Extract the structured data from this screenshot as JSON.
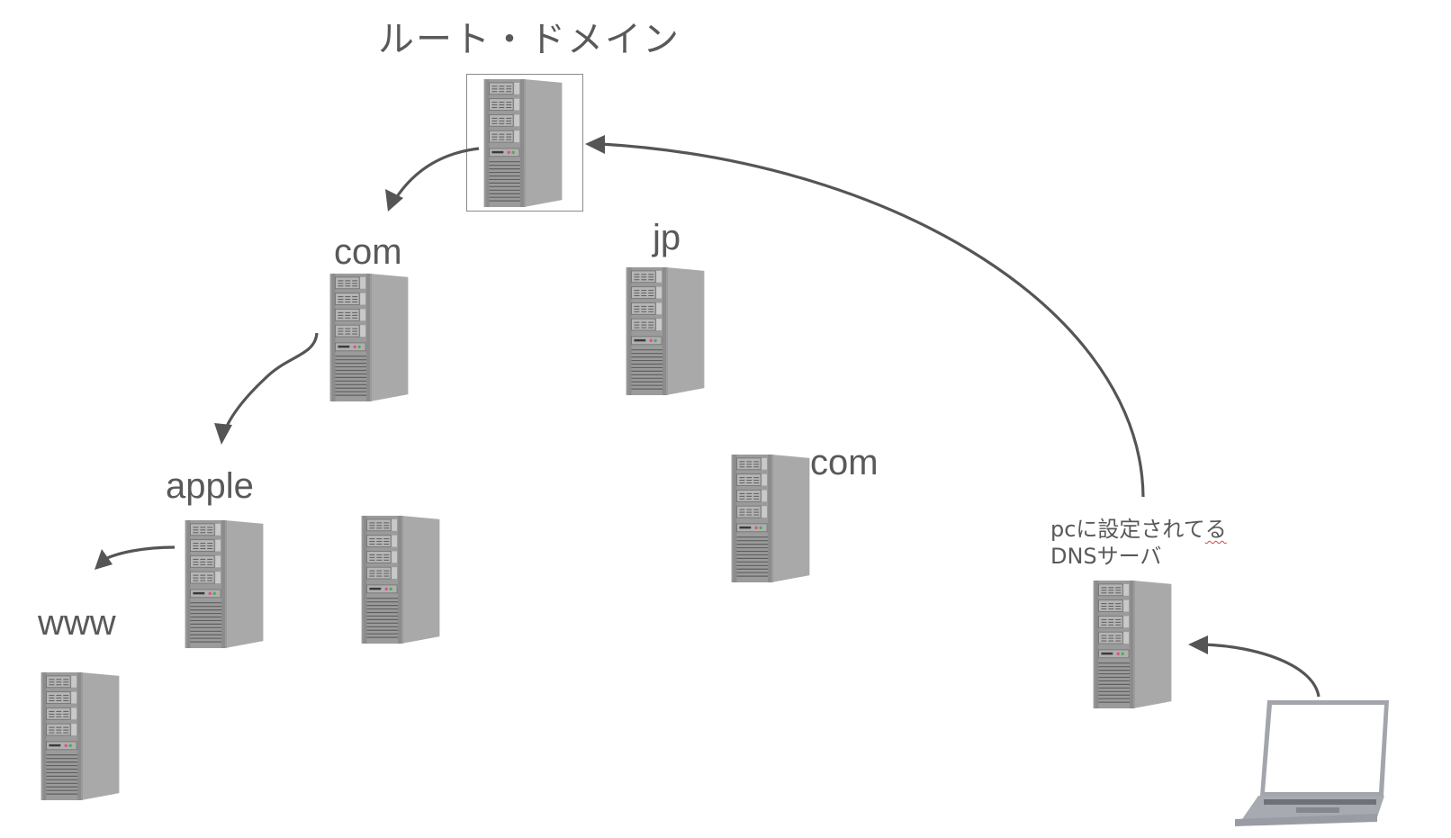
{
  "diagram": {
    "title": "ルート・ドメイン",
    "nodes": [
      {
        "id": "root",
        "label": "ルート・ドメイン",
        "icon": "server-icon",
        "selected": true
      },
      {
        "id": "com",
        "label": "com",
        "icon": "server-icon"
      },
      {
        "id": "jp",
        "label": "jp",
        "icon": "server-icon"
      },
      {
        "id": "com-right",
        "label": "com",
        "icon": "server-icon"
      },
      {
        "id": "apple",
        "label": "apple",
        "icon": "server-icon"
      },
      {
        "id": "unlabeled",
        "label": "",
        "icon": "server-icon"
      },
      {
        "id": "www",
        "label": "www",
        "icon": "server-icon"
      },
      {
        "id": "dns",
        "label_line1": "pcに設定されてる",
        "label_line1_prefix": "pcに設定されて",
        "label_line1_squiggle": "てる",
        "label_line2": "DNSサーバ",
        "icon": "server-icon"
      },
      {
        "id": "pc",
        "label": "",
        "icon": "laptop-icon"
      }
    ],
    "edges": [
      {
        "from": "pc",
        "to": "dns"
      },
      {
        "from": "dns",
        "to": "root"
      },
      {
        "from": "root",
        "to": "com"
      },
      {
        "from": "com",
        "to": "apple"
      },
      {
        "from": "apple",
        "to": "www"
      }
    ],
    "colors": {
      "text": "#595959",
      "arrow": "#555555",
      "server_front": "#9a9a9a",
      "server_side": "#a8a8a8",
      "led_pink": "#e0508a",
      "led_green": "#4caf50",
      "laptop": "#a4a6ad",
      "spellcheck": "#e04040"
    }
  }
}
